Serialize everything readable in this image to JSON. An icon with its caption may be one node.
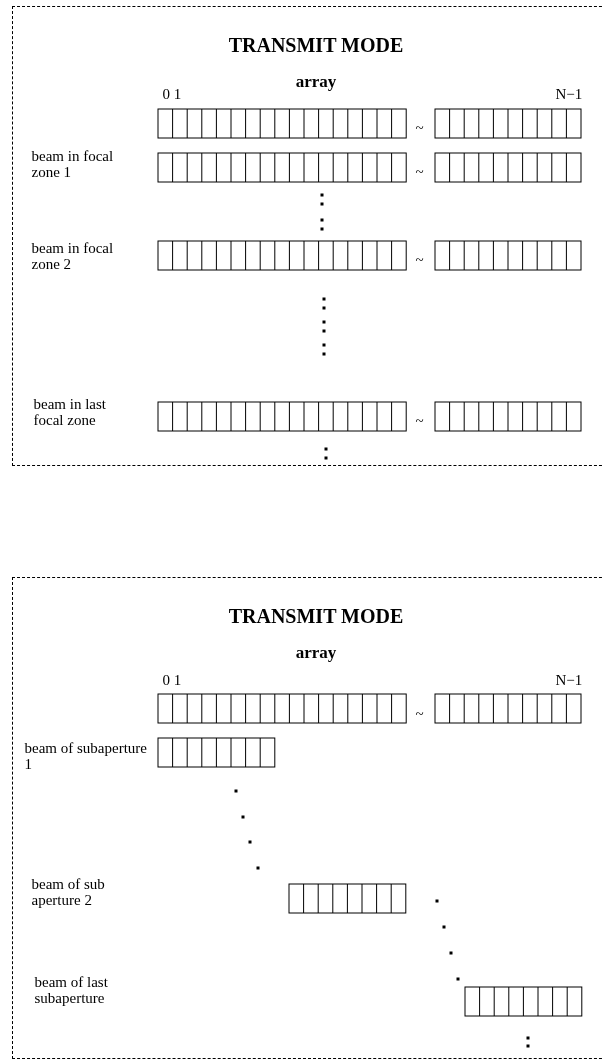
{
  "diagram": {
    "nodes": [
      {
        "text": [
          "TRANSMIT MODE",
          "array"
        ]
      },
      {
        "text": [
          "TRANSMIT MODE",
          "array"
        ]
      }
    ],
    "labels": [
      "0 1",
      "N−1",
      "~",
      "beam in focal zone 1",
      "~",
      "beam in focal zone 2",
      "~",
      "beam in last focal zone",
      "~",
      "0 1",
      "N−1",
      "~",
      "beam of subaperture 1",
      "beam of sub aperture 2",
      "beam of last subaperture"
    ]
  }
}
